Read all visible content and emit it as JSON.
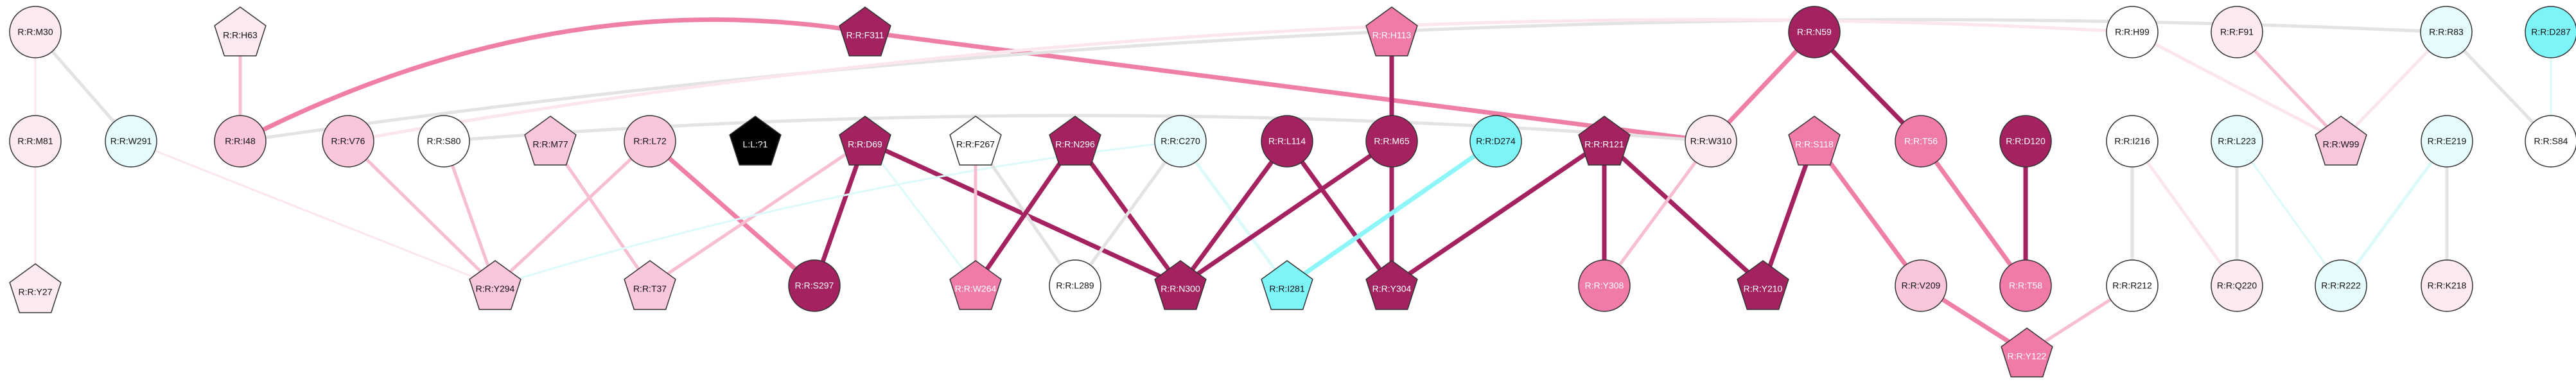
{
  "colors": {
    "white": "#ffffff",
    "verylight_pink": "#fde9f0",
    "light_pink": "#fac6db",
    "pink": "#f07aa8",
    "dark_magenta": "#a3225f",
    "light_cyan": "#e6fbfb",
    "cyan": "#7df4f7",
    "black": "#000000",
    "edge_light_gray": "#e3e3e3",
    "edge_verylight_pink": "#fce6ee",
    "edge_light_pink": "#f7bdd1",
    "edge_pink": "#ef7fa7",
    "edge_dark": "#a3225f",
    "edge_light_cyan": "#ddfafa",
    "edge_cyan": "#8ef6f8"
  },
  "nodes": [
    {
      "id": "M30",
      "label": "R:R:M30",
      "shape": "circle",
      "fill": "verylight_pink"
    },
    {
      "id": "M81",
      "label": "R:R:M81",
      "shape": "circle",
      "fill": "verylight_pink"
    },
    {
      "id": "Y27",
      "label": "R:R:Y27",
      "shape": "pentagon",
      "fill": "verylight_pink"
    },
    {
      "id": "W291",
      "label": "R:R:W291",
      "shape": "circle",
      "fill": "light_cyan"
    },
    {
      "id": "H63",
      "label": "R:R:H63",
      "shape": "pentagon",
      "fill": "verylight_pink"
    },
    {
      "id": "I48",
      "label": "R:R:I48",
      "shape": "circle",
      "fill": "light_pink"
    },
    {
      "id": "V76",
      "label": "R:R:V76",
      "shape": "circle",
      "fill": "light_pink"
    },
    {
      "id": "S80",
      "label": "R:R:S80",
      "shape": "circle",
      "fill": "white"
    },
    {
      "id": "M77",
      "label": "R:R:M77",
      "shape": "pentagon",
      "fill": "light_pink"
    },
    {
      "id": "L72",
      "label": "R:R:L72",
      "shape": "circle",
      "fill": "light_pink"
    },
    {
      "id": "Y294",
      "label": "R:R:Y294",
      "shape": "pentagon",
      "fill": "light_pink"
    },
    {
      "id": "T37",
      "label": "R:R:T37",
      "shape": "pentagon",
      "fill": "light_pink"
    },
    {
      "id": "L71",
      "label": "L:L:?1",
      "shape": "pentagon",
      "fill": "black"
    },
    {
      "id": "F311",
      "label": "R:R:F311",
      "shape": "pentagon",
      "fill": "dark_magenta"
    },
    {
      "id": "D69",
      "label": "R:R:D69",
      "shape": "pentagon",
      "fill": "dark_magenta"
    },
    {
      "id": "S297",
      "label": "R:R:S297",
      "shape": "circle",
      "fill": "dark_magenta"
    },
    {
      "id": "F267",
      "label": "R:R:F267",
      "shape": "pentagon",
      "fill": "white"
    },
    {
      "id": "W264",
      "label": "R:R:W264",
      "shape": "pentagon",
      "fill": "pink"
    },
    {
      "id": "N296",
      "label": "R:R:N296",
      "shape": "pentagon",
      "fill": "dark_magenta"
    },
    {
      "id": "C270",
      "label": "R:R:C270",
      "shape": "circle",
      "fill": "light_cyan"
    },
    {
      "id": "L289",
      "label": "R:R:L289",
      "shape": "circle",
      "fill": "white"
    },
    {
      "id": "N300",
      "label": "R:R:N300",
      "shape": "pentagon",
      "fill": "dark_magenta"
    },
    {
      "id": "L114",
      "label": "R:R:L114",
      "shape": "circle",
      "fill": "dark_magenta"
    },
    {
      "id": "I281",
      "label": "R:R:I281",
      "shape": "pentagon",
      "fill": "cyan"
    },
    {
      "id": "H113",
      "label": "R:R:H113",
      "shape": "pentagon",
      "fill": "pink"
    },
    {
      "id": "M65",
      "label": "R:R:M65",
      "shape": "circle",
      "fill": "dark_magenta"
    },
    {
      "id": "D274",
      "label": "R:R:D274",
      "shape": "circle",
      "fill": "cyan"
    },
    {
      "id": "Y304",
      "label": "R:R:Y304",
      "shape": "pentagon",
      "fill": "dark_magenta"
    },
    {
      "id": "R121",
      "label": "R:R:R121",
      "shape": "pentagon",
      "fill": "dark_magenta"
    },
    {
      "id": "Y308",
      "label": "R:R:Y308",
      "shape": "circle",
      "fill": "pink"
    },
    {
      "id": "W310",
      "label": "R:R:W310",
      "shape": "circle",
      "fill": "verylight_pink"
    },
    {
      "id": "N59",
      "label": "R:R:N59",
      "shape": "circle",
      "fill": "dark_magenta"
    },
    {
      "id": "S118",
      "label": "R:R:S118",
      "shape": "pentagon",
      "fill": "pink"
    },
    {
      "id": "Y210",
      "label": "R:R:Y210",
      "shape": "pentagon",
      "fill": "dark_magenta"
    },
    {
      "id": "V209",
      "label": "R:R:V209",
      "shape": "circle",
      "fill": "light_pink"
    },
    {
      "id": "T56",
      "label": "R:R:T56",
      "shape": "circle",
      "fill": "pink"
    },
    {
      "id": "D120",
      "label": "R:R:D120",
      "shape": "circle",
      "fill": "dark_magenta"
    },
    {
      "id": "T58",
      "label": "R:R:T58",
      "shape": "circle",
      "fill": "pink"
    },
    {
      "id": "H99",
      "label": "R:R:H99",
      "shape": "circle",
      "fill": "white"
    },
    {
      "id": "I216",
      "label": "R:R:I216",
      "shape": "circle",
      "fill": "white"
    },
    {
      "id": "R212",
      "label": "R:R:R212",
      "shape": "circle",
      "fill": "white"
    },
    {
      "id": "Y122",
      "label": "R:R:Y122",
      "shape": "pentagon",
      "fill": "pink"
    },
    {
      "id": "F91",
      "label": "R:R:F91",
      "shape": "circle",
      "fill": "verylight_pink"
    },
    {
      "id": "W99",
      "label": "R:R:W99",
      "shape": "pentagon",
      "fill": "light_pink"
    },
    {
      "id": "L223",
      "label": "R:R:L223",
      "shape": "circle",
      "fill": "light_cyan"
    },
    {
      "id": "Q220",
      "label": "R:R:Q220",
      "shape": "circle",
      "fill": "verylight_pink"
    },
    {
      "id": "R83",
      "label": "R:R:R83",
      "shape": "circle",
      "fill": "light_cyan"
    },
    {
      "id": "E219",
      "label": "R:R:E219",
      "shape": "circle",
      "fill": "light_cyan"
    },
    {
      "id": "R222",
      "label": "R:R:R222",
      "shape": "circle",
      "fill": "light_cyan"
    },
    {
      "id": "K218",
      "label": "R:R:K218",
      "shape": "circle",
      "fill": "verylight_pink"
    },
    {
      "id": "D287",
      "label": "R:R:D287",
      "shape": "circle",
      "fill": "cyan"
    },
    {
      "id": "S84",
      "label": "R:R:S84",
      "shape": "circle",
      "fill": "white"
    }
  ],
  "edges": [
    {
      "a": "M30",
      "b": "M81",
      "color": "edge_verylight_pink",
      "weight": "thin"
    },
    {
      "a": "M30",
      "b": "W291",
      "color": "edge_light_gray",
      "weight": "medium"
    },
    {
      "a": "M81",
      "b": "Y27",
      "color": "edge_verylight_pink",
      "weight": "thin"
    },
    {
      "a": "H63",
      "b": "I48",
      "color": "edge_light_pink",
      "weight": "medium"
    },
    {
      "a": "F311",
      "b": "I48",
      "color": "edge_pink",
      "weight": "thick",
      "curve": "up"
    },
    {
      "a": "F311",
      "b": "W310",
      "color": "edge_pink",
      "weight": "thick"
    },
    {
      "a": "R83",
      "b": "I48",
      "color": "edge_light_gray",
      "weight": "medium",
      "curve": "up"
    },
    {
      "a": "H99",
      "b": "V76",
      "color": "edge_verylight_pink",
      "weight": "medium",
      "curve": "up"
    },
    {
      "a": "W291",
      "b": "Y294",
      "color": "edge_verylight_pink",
      "weight": "thin"
    },
    {
      "a": "V76",
      "b": "Y294",
      "color": "edge_light_pink",
      "weight": "medium"
    },
    {
      "a": "S80",
      "b": "Y294",
      "color": "edge_light_pink",
      "weight": "medium"
    },
    {
      "a": "S80",
      "b": "W310",
      "color": "edge_light_gray",
      "weight": "medium",
      "curve": "up"
    },
    {
      "a": "M77",
      "b": "T37",
      "color": "edge_light_pink",
      "weight": "medium"
    },
    {
      "a": "L72",
      "b": "Y294",
      "color": "edge_light_pink",
      "weight": "medium"
    },
    {
      "a": "L72",
      "b": "S297",
      "color": "edge_pink",
      "weight": "thick"
    },
    {
      "a": "D69",
      "b": "T37",
      "color": "edge_light_pink",
      "weight": "medium"
    },
    {
      "a": "D69",
      "b": "S297",
      "color": "edge_dark",
      "weight": "thick"
    },
    {
      "a": "D69",
      "b": "N300",
      "color": "edge_dark",
      "weight": "thick"
    },
    {
      "a": "D69",
      "b": "W264",
      "color": "edge_light_cyan",
      "weight": "thin"
    },
    {
      "a": "C270",
      "b": "Y294",
      "color": "edge_light_cyan",
      "weight": "thin",
      "curve": "down"
    },
    {
      "a": "F267",
      "b": "W264",
      "color": "edge_light_pink",
      "weight": "medium"
    },
    {
      "a": "F267",
      "b": "L289",
      "color": "edge_light_gray",
      "weight": "medium"
    },
    {
      "a": "N296",
      "b": "W264",
      "color": "edge_dark",
      "weight": "thick"
    },
    {
      "a": "N296",
      "b": "N300",
      "color": "edge_dark",
      "weight": "thick"
    },
    {
      "a": "C270",
      "b": "L289",
      "color": "edge_light_gray",
      "weight": "medium"
    },
    {
      "a": "C270",
      "b": "I281",
      "color": "edge_light_cyan",
      "weight": "medium"
    },
    {
      "a": "L114",
      "b": "N300",
      "color": "edge_dark",
      "weight": "thick"
    },
    {
      "a": "L114",
      "b": "Y304",
      "color": "edge_dark",
      "weight": "thick"
    },
    {
      "a": "M65",
      "b": "N300",
      "color": "edge_dark",
      "weight": "thick"
    },
    {
      "a": "H113",
      "b": "M65",
      "color": "edge_dark",
      "weight": "thick"
    },
    {
      "a": "M65",
      "b": "Y304",
      "color": "edge_dark",
      "weight": "thick"
    },
    {
      "a": "D274",
      "b": "I281",
      "color": "edge_cyan",
      "weight": "thick"
    },
    {
      "a": "R121",
      "b": "Y304",
      "color": "edge_dark",
      "weight": "thick"
    },
    {
      "a": "R121",
      "b": "Y308",
      "color": "edge_dark",
      "weight": "thick"
    },
    {
      "a": "R121",
      "b": "Y210",
      "color": "edge_dark",
      "weight": "thick"
    },
    {
      "a": "W310",
      "b": "Y308",
      "color": "edge_light_pink",
      "weight": "medium"
    },
    {
      "a": "N59",
      "b": "W310",
      "color": "edge_pink",
      "weight": "thick"
    },
    {
      "a": "N59",
      "b": "T56",
      "color": "edge_dark",
      "weight": "thick"
    },
    {
      "a": "S118",
      "b": "Y210",
      "color": "edge_dark",
      "weight": "thick"
    },
    {
      "a": "S118",
      "b": "V209",
      "color": "edge_pink",
      "weight": "thick"
    },
    {
      "a": "T56",
      "b": "T58",
      "color": "edge_pink",
      "weight": "thick"
    },
    {
      "a": "D120",
      "b": "T58",
      "color": "edge_dark",
      "weight": "thick"
    },
    {
      "a": "V209",
      "b": "Y122",
      "color": "edge_pink",
      "weight": "thick"
    },
    {
      "a": "R212",
      "b": "Y122",
      "color": "edge_light_pink",
      "weight": "medium"
    },
    {
      "a": "I216",
      "b": "R212",
      "color": "edge_light_gray",
      "weight": "medium"
    },
    {
      "a": "I216",
      "b": "Q220",
      "color": "edge_verylight_pink",
      "weight": "medium"
    },
    {
      "a": "L223",
      "b": "Q220",
      "color": "edge_light_gray",
      "weight": "medium"
    },
    {
      "a": "L223",
      "b": "R222",
      "color": "edge_light_cyan",
      "weight": "thin"
    },
    {
      "a": "E219",
      "b": "R222",
      "color": "edge_light_cyan",
      "weight": "medium"
    },
    {
      "a": "E219",
      "b": "K218",
      "color": "edge_light_gray",
      "weight": "medium"
    },
    {
      "a": "F91",
      "b": "W99",
      "color": "edge_light_pink",
      "weight": "medium"
    },
    {
      "a": "H99",
      "b": "W99",
      "color": "edge_verylight_pink",
      "weight": "medium"
    },
    {
      "a": "R83",
      "b": "W99",
      "color": "edge_verylight_pink",
      "weight": "medium"
    },
    {
      "a": "R83",
      "b": "S84",
      "color": "edge_light_gray",
      "weight": "medium"
    },
    {
      "a": "D287",
      "b": "S84",
      "color": "edge_light_cyan",
      "weight": "thin"
    }
  ]
}
